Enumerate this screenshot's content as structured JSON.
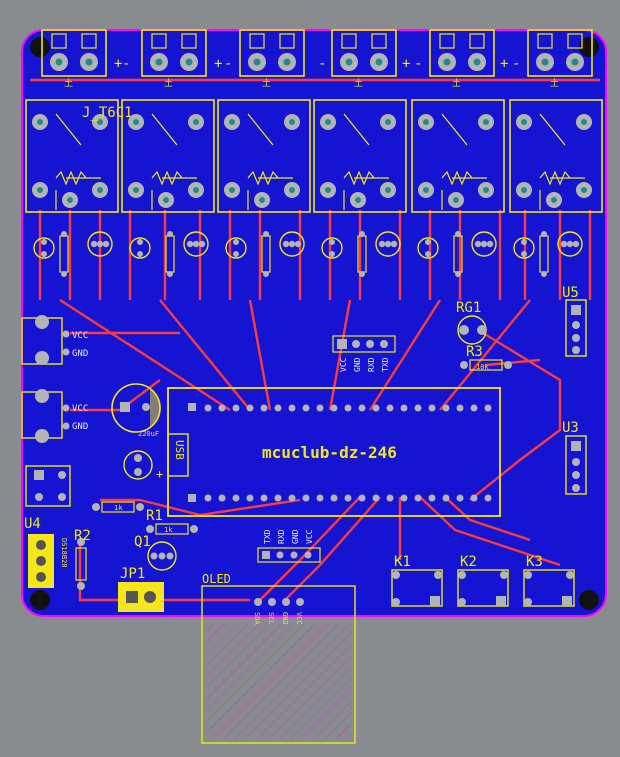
{
  "board": {
    "title": "mcuclub-dz-246",
    "colors": {
      "background": "#888c8f",
      "copper": "#1414d2",
      "outline": "#ff00ff",
      "trace": "#ff3c3c",
      "silk": "#f5e71a",
      "pad": "#b4b4b4",
      "pad_hole": "#1e8c8c",
      "mask_text": "#e8e8f0"
    }
  },
  "components": {
    "relays": [
      "J_T6C1"
    ],
    "headers": {
      "u5": "U5",
      "u3": "U3",
      "u4": "U4",
      "jp1": "JP1",
      "oled": "OLED",
      "usb": "USB"
    },
    "refs": {
      "rg1": "RG1",
      "r3": "R3",
      "r1": "R1",
      "r2": "R2",
      "q1": "Q1",
      "k1": "K1",
      "k2": "K2",
      "k3": "K3"
    },
    "values": {
      "r3_val": "10k",
      "r1_val": "1k",
      "cap": "220uF",
      "u4_part": "DS18B20"
    },
    "power_labels": {
      "vcc1": "VCC",
      "gnd1": "GND",
      "vcc2": "VCC",
      "gnd2": "GND"
    },
    "bt_pins": [
      "VCC",
      "GND",
      "RXD",
      "TXD"
    ],
    "uart_pins": [
      "TXD",
      "RXD",
      "GND",
      "VCC"
    ],
    "oled_pins": [
      "SDA",
      "SCL",
      "GND",
      "VCC"
    ],
    "terminal_marks": [
      "土",
      "+",
      "-"
    ]
  }
}
